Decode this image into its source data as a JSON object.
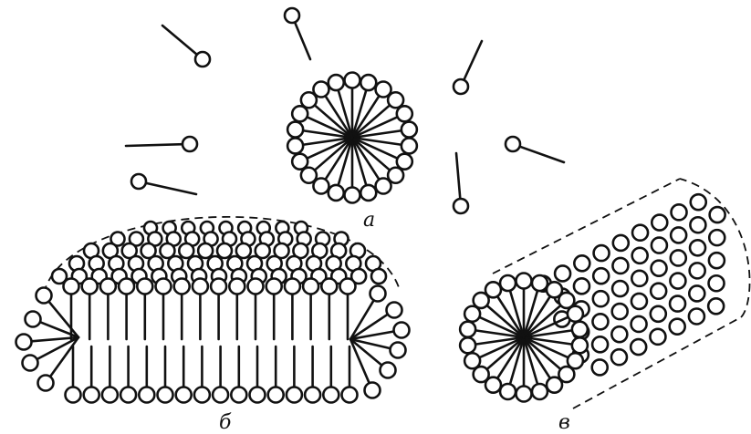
{
  "figure": {
    "labels": {
      "a": "а",
      "b": "б",
      "c": "в"
    },
    "ink_color": "#111111",
    "background_color": "#ffffff"
  }
}
